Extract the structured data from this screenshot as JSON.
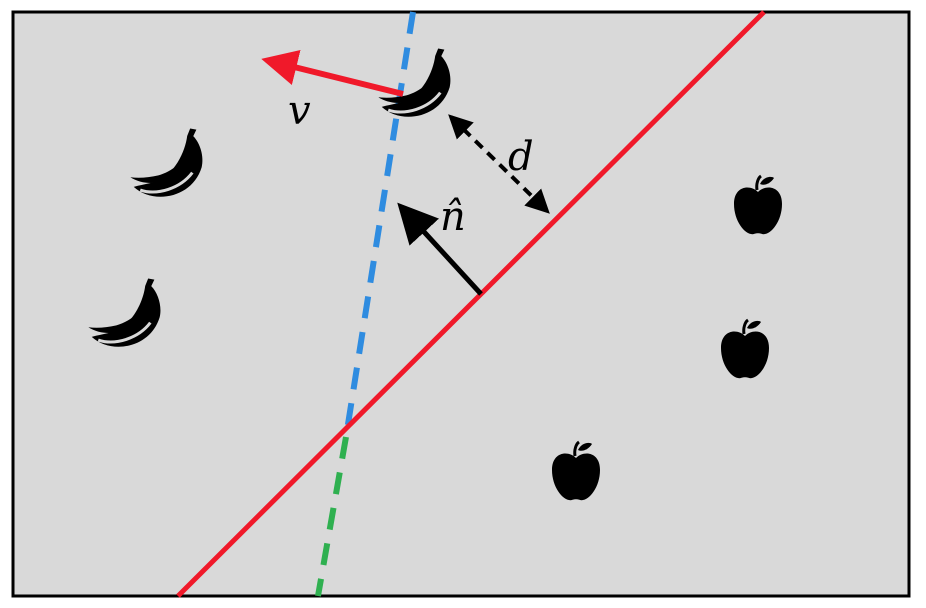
{
  "labels": {
    "velocity": "v",
    "normal": "n̂",
    "distance": "d"
  },
  "icons": {
    "bananas": [
      "banana-icon",
      "banana-icon",
      "banana-icon"
    ],
    "apples": [
      "apple-icon",
      "apple-icon",
      "apple-icon"
    ]
  },
  "colors": {
    "background": "#d9d9d9",
    "border": "#000000",
    "boundary": "#f0192a",
    "velocity_arrow": "#f0192a",
    "dashed_upper": "#2f8ce0",
    "dashed_lower": "#2fb050",
    "normal_arrow": "#000000",
    "icons": "#000000"
  }
}
